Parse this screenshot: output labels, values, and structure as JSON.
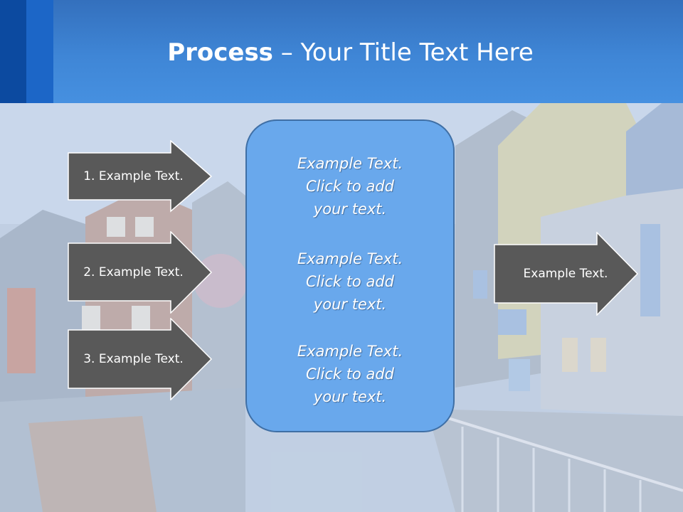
{
  "slide": {
    "title_bold": "Process",
    "title_rest": " – Your Title Text Here",
    "left_steps": [
      {
        "label": "1. Example Text."
      },
      {
        "label": "2. Example Text."
      },
      {
        "label": "3. Example Text."
      }
    ],
    "center_items": [
      {
        "line1": "Example Text.",
        "line2": "Click  to add",
        "line3": "your text."
      },
      {
        "line1": "Example Text.",
        "line2": "Click  to add",
        "line3": "your text."
      },
      {
        "line1": "Example Text.",
        "line2": "Click  to add",
        "line3": "your text."
      }
    ],
    "right_step": {
      "label": "Example Text."
    },
    "colors": {
      "header_blue": "#4690e0",
      "header_strip_dark": "#0c4aa0",
      "arrow_fill": "#595959",
      "center_fill": "#69a8ec"
    },
    "background_image": "canal-with-half-timbered-houses"
  }
}
